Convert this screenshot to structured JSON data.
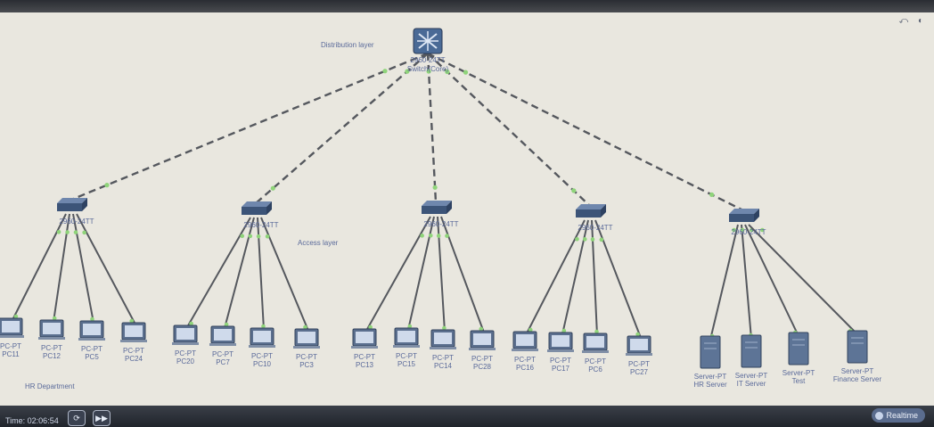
{
  "labels": {
    "distribution_layer": "Distribution layer",
    "access_layer": "Access layer",
    "department": "HR Department"
  },
  "core_switch": {
    "model": "2960-24TT",
    "name": "Switch(Core)"
  },
  "access_switches": [
    {
      "model": "2960-24TT"
    },
    {
      "model": "2960-24TT"
    },
    {
      "model": "2960-24TT"
    },
    {
      "model": "2960-24TT"
    },
    {
      "model": "2960-24TT"
    }
  ],
  "devices": [
    {
      "kind": "pc",
      "type": "PC-PT",
      "name": "PC11"
    },
    {
      "kind": "pc",
      "type": "PC-PT",
      "name": "PC12"
    },
    {
      "kind": "pc",
      "type": "PC-PT",
      "name": "PC5"
    },
    {
      "kind": "pc",
      "type": "PC-PT",
      "name": "PC24"
    },
    {
      "kind": "pc",
      "type": "PC-PT",
      "name": "PC20"
    },
    {
      "kind": "pc",
      "type": "PC-PT",
      "name": "PC7"
    },
    {
      "kind": "pc",
      "type": "PC-PT",
      "name": "PC10"
    },
    {
      "kind": "pc",
      "type": "PC-PT",
      "name": "PC3"
    },
    {
      "kind": "pc",
      "type": "PC-PT",
      "name": "PC13"
    },
    {
      "kind": "pc",
      "type": "PC-PT",
      "name": "PC15"
    },
    {
      "kind": "pc",
      "type": "PC-PT",
      "name": "PC14"
    },
    {
      "kind": "pc",
      "type": "PC-PT",
      "name": "PC28"
    },
    {
      "kind": "pc",
      "type": "PC-PT",
      "name": "PC16"
    },
    {
      "kind": "pc",
      "type": "PC-PT",
      "name": "PC17"
    },
    {
      "kind": "pc",
      "type": "PC-PT",
      "name": "PC6"
    },
    {
      "kind": "pc",
      "type": "PC-PT",
      "name": "PC27"
    },
    {
      "kind": "server",
      "type": "Server-PT",
      "name": "HR Server"
    },
    {
      "kind": "server",
      "type": "Server-PT",
      "name": "IT Server"
    },
    {
      "kind": "server",
      "type": "Server-PT",
      "name": "Test"
    },
    {
      "kind": "server",
      "type": "Server-PT",
      "name": "Finance Server"
    }
  ],
  "status_bar": {
    "time": "Time: 02:06:54",
    "realtime": "Realtime"
  },
  "colors": {
    "link_green": "#6f9a6a",
    "link_dark": "#55585e",
    "led_green": "#8fd47a"
  }
}
